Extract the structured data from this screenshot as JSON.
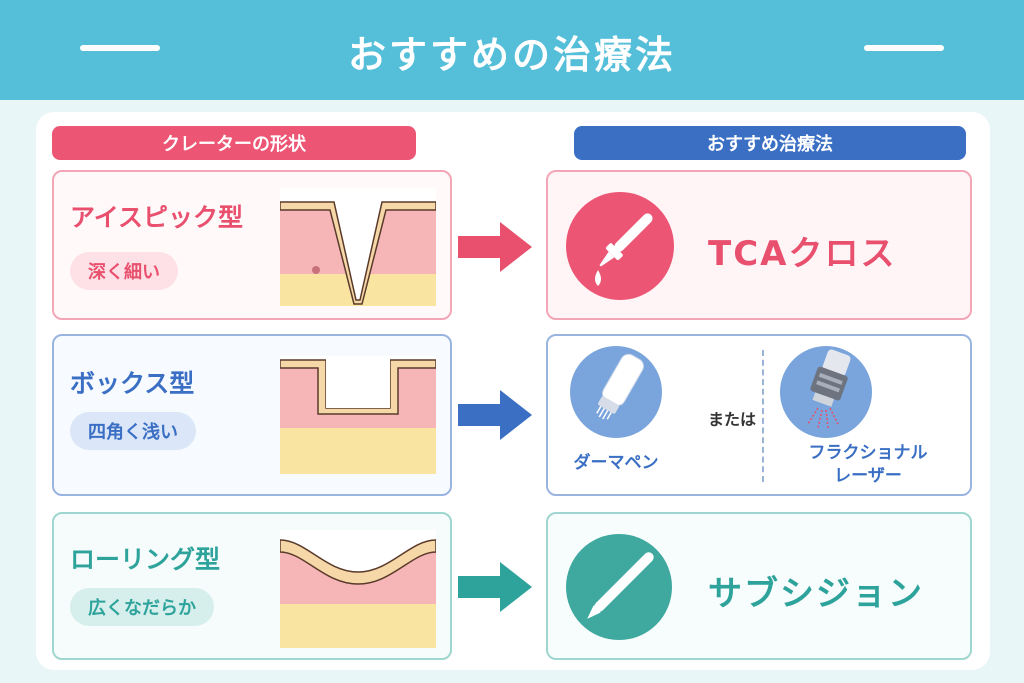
{
  "title": "おすすめの治療法",
  "columns": {
    "left": "クレーターの形状",
    "right": "おすすめ治療法"
  },
  "rows": [
    {
      "type": "アイスピック型",
      "description": "深く細い",
      "treatment": "TCAクロス",
      "accent": "#e8506e"
    },
    {
      "type": "ボックス型",
      "description": "四角く浅い",
      "treatment_a": "ダーマペン",
      "connector": "または",
      "treatment_b_line1": "フラクショナル",
      "treatment_b_line2": "レーザー",
      "accent": "#3a6fc4"
    },
    {
      "type": "ローリング型",
      "description": "広くなだらか",
      "treatment": "サブシジョン",
      "accent": "#2ea39b"
    }
  ],
  "colors": {
    "header": "#55bfd9",
    "pink": "#e8506e",
    "blue": "#3a6fc4",
    "teal": "#2ea39b",
    "skin": "#f6b6b8",
    "fat": "#f9e4a2"
  },
  "icons": [
    "dropper-icon",
    "dermapen-icon",
    "laser-icon",
    "subcision-needle-icon"
  ]
}
